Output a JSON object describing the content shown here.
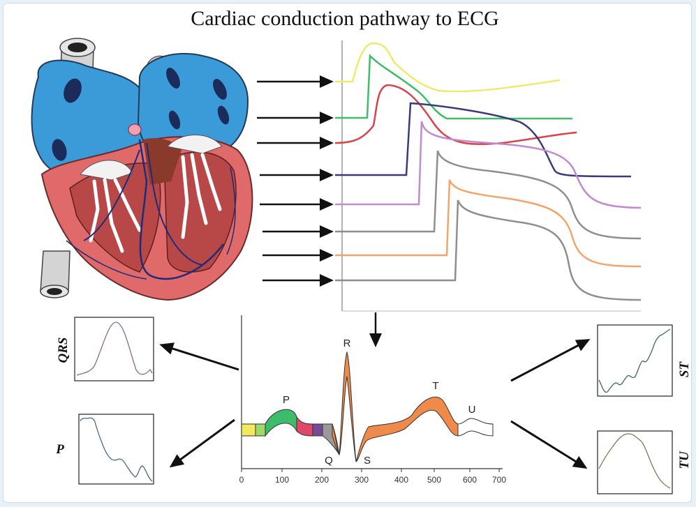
{
  "title": "Cardiac conduction pathway to ECG",
  "colors": {
    "action_potentials": [
      "#f0ea6c",
      "#3dbd6a",
      "#d8424a",
      "#3a3a78",
      "#c08ad0",
      "#8e8e8e",
      "#f4a46a",
      "#8e8e8e"
    ],
    "ecg_segments": [
      "#f2ea5a",
      "#a2d86a",
      "#3dbd6a",
      "#e0486a",
      "#7a4a9a",
      "#9a9a9a",
      "#f08a4a",
      "#ffffff"
    ]
  },
  "ecg": {
    "wave_labels": [
      "P",
      "Q",
      "R",
      "S",
      "T",
      "U"
    ],
    "ticks": [
      "0",
      "100",
      "200",
      "300",
      "400",
      "500",
      "600",
      "700"
    ]
  },
  "insets": {
    "qrs_label": "QRS",
    "p_label": "P",
    "st_label": "ST",
    "tu_label": "TU"
  }
}
